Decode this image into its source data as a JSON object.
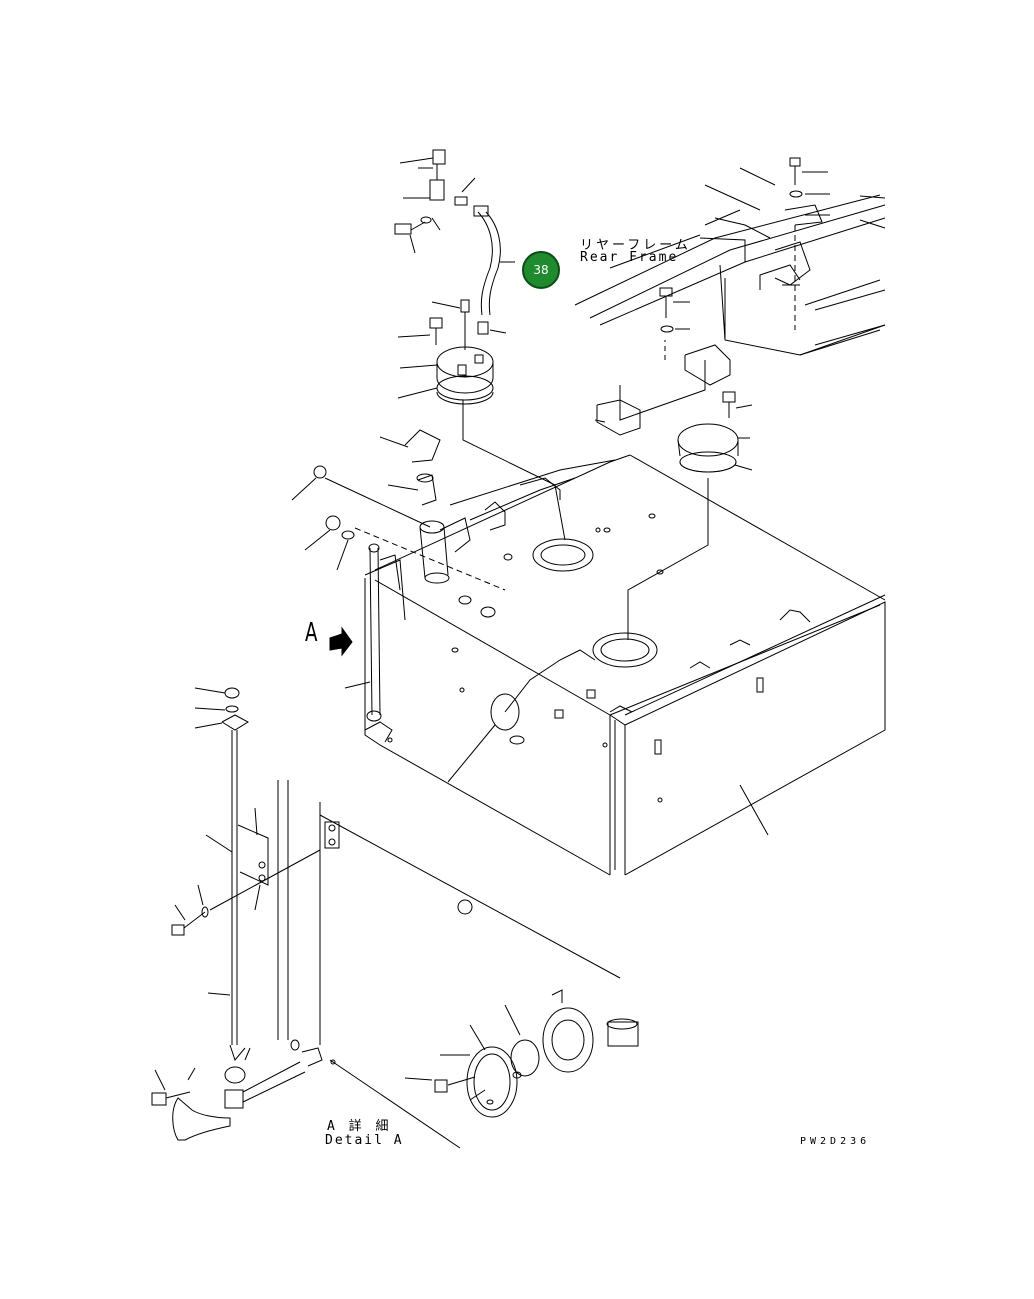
{
  "labels": {
    "rear_frame_jp": "リヤーフレーム",
    "rear_frame_en": "Rear Frame",
    "view_arrow": "A",
    "detail_jp": "A 詳 細",
    "detail_en": "Detail A",
    "drawing_code": "PW2D236"
  },
  "callout": {
    "number": "38",
    "color": "#1f8a2e"
  }
}
